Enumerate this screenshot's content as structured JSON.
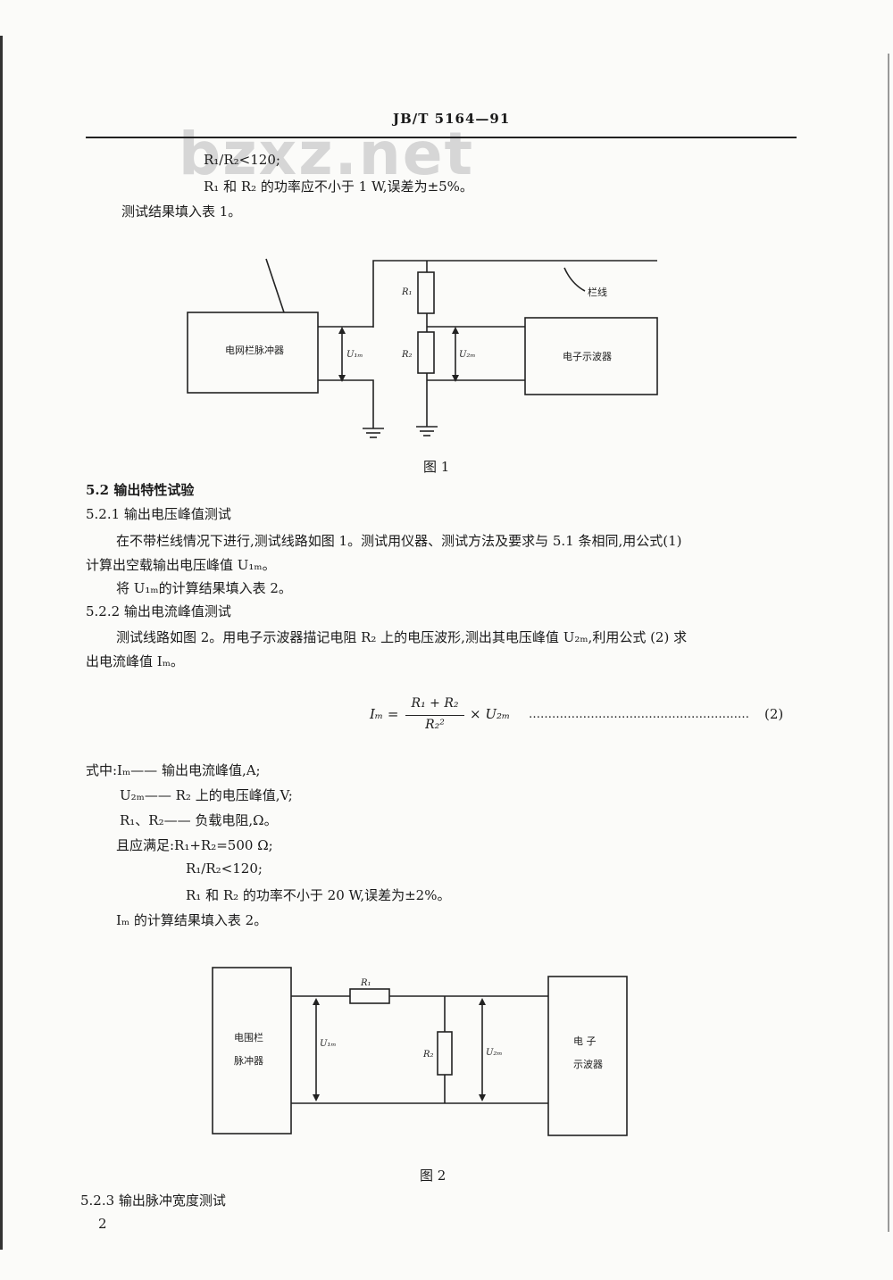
{
  "header": "JB/T 5164—91",
  "watermark": "bzxz.net",
  "page_number": "2",
  "top": {
    "line1": "R₁/R₂<120;",
    "line2": "R₁ 和 R₂ 的功率应不小于 1 W,误差为±5%。",
    "line3": "测试结果填入表 1。"
  },
  "fig1": {
    "caption": "图 1",
    "generator": "电网栏脉冲器",
    "oscilloscope": "电子示波器",
    "fence": "栏线",
    "r1": "R₁",
    "r2": "R₂",
    "u1m": "U₁ₘ",
    "u2m": "U₂ₘ"
  },
  "sec_5_2": "5.2  输出特性试验",
  "sec_5_2_1": "5.2.1   输出电压峰值测试",
  "p1a": "在不带栏线情况下进行,测试线路如图 1。测试用仪器、测试方法及要求与 5.1 条相同,用公式(1)",
  "p1b": "计算出空载输出电压峰值 U₁ₘ。",
  "p2": "将 U₁ₘ的计算结果填入表 2。",
  "sec_5_2_2": "5.2.2   输出电流峰值测试",
  "p3a": "测试线路如图 2。用电子示波器描记电阻 R₂ 上的电压波形,测出其电压峰值 U₂ₘ,利用公式 (2) 求",
  "p3b": "出电流峰值 Iₘ。",
  "formula": {
    "lhs": "Iₘ =",
    "num": "R₁ + R₂",
    "den": "R₂²",
    "rhs": "× U₂ₘ",
    "dots": "…………………………………………………",
    "number": "(2)"
  },
  "where": {
    "l1": "式中:Iₘ—— 输出电流峰值,A;",
    "l2": "U₂ₘ—— R₂ 上的电压峰值,V;",
    "l3": "R₁、R₂—— 负载电阻,Ω。",
    "l4": "且应满足:R₁+R₂=500 Ω;",
    "l5": "R₁/R₂<120;",
    "l6": "R₁ 和 R₂ 的功率不小于 20 W,误差为±2%。",
    "l7": "Iₘ 的计算结果填入表 2。"
  },
  "fig2": {
    "caption": "图 2",
    "generator_line1": "电围栏",
    "generator_line2": "脉冲器",
    "osc_line1": "电   子",
    "osc_line2": "示波器",
    "r1": "R₁",
    "r2": "R₂",
    "u1m": "U₁ₘ",
    "u2m": "U₂ₘ"
  },
  "sec_5_2_3": "5.2.3   输出脉冲宽度测试"
}
